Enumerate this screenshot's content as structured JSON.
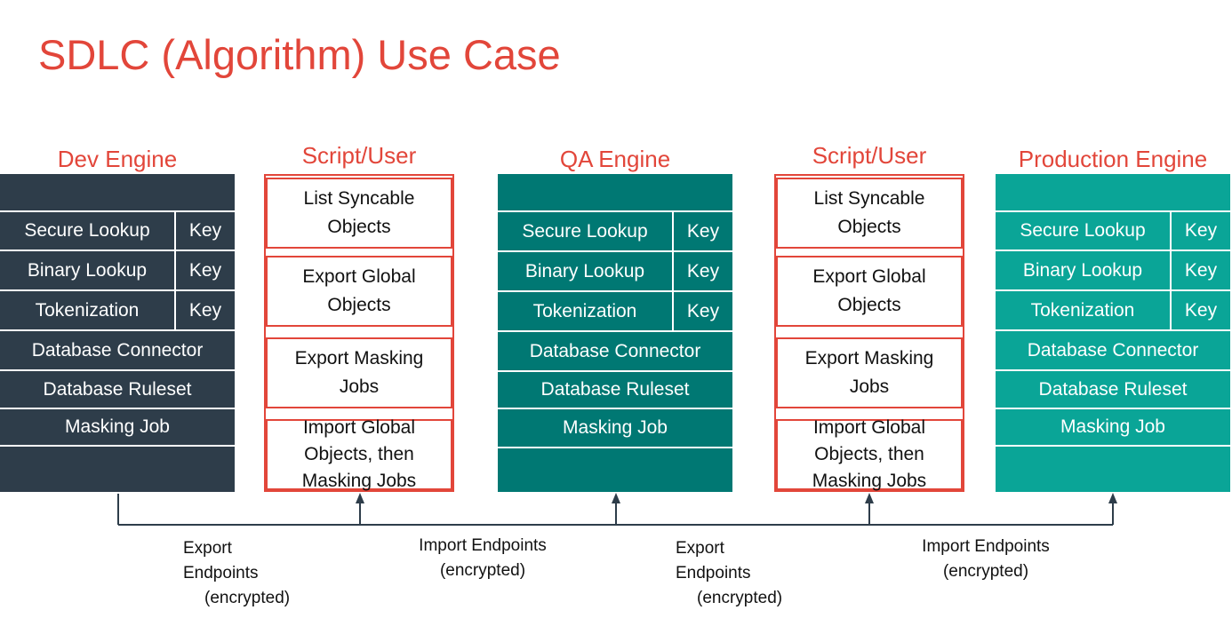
{
  "title": "SDLC (Algorithm) Use Case",
  "colors": {
    "accent": "#e2463a",
    "dev": "#2e3d4a",
    "qa": "#007873",
    "prod": "#0aa597"
  },
  "engines": {
    "dev": {
      "header": "Dev Engine",
      "rows": {
        "secure_lookup": "Secure Lookup",
        "binary_lookup": "Binary Lookup",
        "tokenization": "Tokenization",
        "key": "Key",
        "database_connector": "Database Connector",
        "database_ruleset": "Database Ruleset",
        "masking_job": "Masking Job"
      }
    },
    "qa": {
      "header": "QA Engine",
      "rows": {
        "secure_lookup": "Secure Lookup",
        "binary_lookup": "Binary Lookup",
        "tokenization": "Tokenization",
        "key": "Key",
        "database_connector": "Database Connector",
        "database_ruleset": "Database Ruleset",
        "masking_job": "Masking Job"
      }
    },
    "prod": {
      "header": "Production Engine",
      "rows": {
        "secure_lookup": "Secure Lookup",
        "binary_lookup": "Binary Lookup",
        "tokenization": "Tokenization",
        "key": "Key",
        "database_connector": "Database Connector",
        "database_ruleset": "Database Ruleset",
        "masking_job": "Masking Job"
      }
    }
  },
  "scripts": {
    "first": {
      "header": "Script/User",
      "steps": {
        "list_line1": "List Syncable",
        "list_line2": "Objects",
        "export_global_line1": "Export Global",
        "export_global_line2": "Objects",
        "export_masking_line1": "Export Masking",
        "export_masking_line2": "Jobs",
        "import_line1": "Import Global",
        "import_line2": "Objects, then",
        "import_line3": "Masking Jobs"
      }
    },
    "second": {
      "header": "Script/User",
      "steps": {
        "list_line1": "List Syncable",
        "list_line2": "Objects",
        "export_global_line1": "Export Global",
        "export_global_line2": "Objects",
        "export_masking_line1": "Export Masking",
        "export_masking_line2": "Jobs",
        "import_line1": "Import Global",
        "import_line2": "Objects, then",
        "import_line3": "Masking Jobs"
      }
    }
  },
  "flow_notes": {
    "export_1": {
      "line1": "Export",
      "line2": "Endpoints",
      "line3": "(encrypted)"
    },
    "import_1": {
      "line1": "Import Endpoints",
      "line2": "(encrypted)"
    },
    "export_2": {
      "line1": "Export",
      "line2": "Endpoints",
      "line3": "(encrypted)"
    },
    "import_2": {
      "line1": "Import Endpoints",
      "line2": "(encrypted)"
    }
  }
}
